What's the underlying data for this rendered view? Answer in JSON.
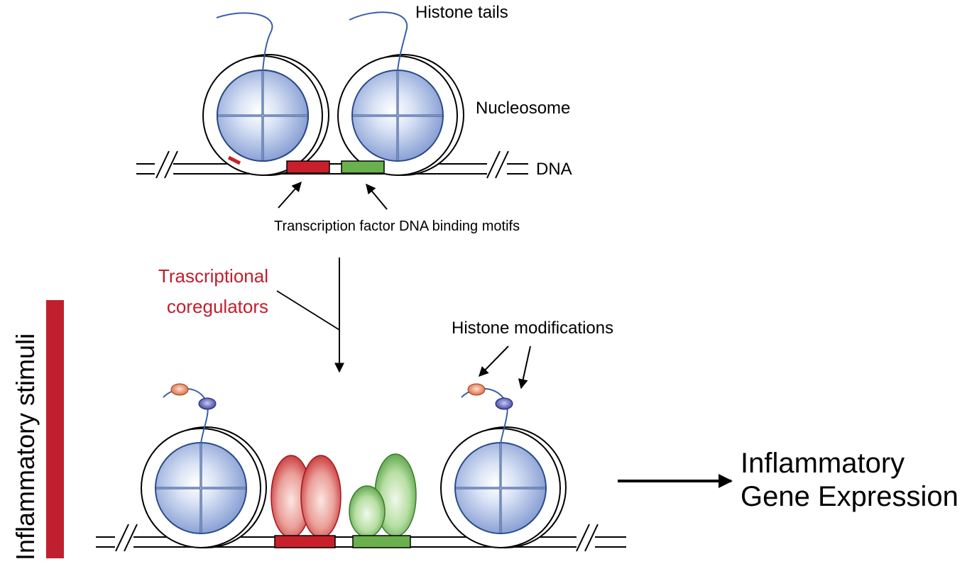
{
  "labels": {
    "histone_tails": "Histone tails",
    "nucleosome": "Nucleosome",
    "dna": "DNA",
    "tf_motifs": "Transcription factor DNA binding motifs",
    "coregulators_line1": "Trascriptional",
    "coregulators_line2": "coregulators",
    "histone_modifications": "Histone modifications",
    "output_line1": "Inflammatory",
    "output_line2": "Gene Expression",
    "stimuli": "Inflammatory stimuli"
  },
  "colors": {
    "red_accent": "#c0202e",
    "motif_red": "#c8202a",
    "motif_green": "#6ab04c",
    "tail_blue": "#3a5fa8",
    "histone_light": "#eef2fb",
    "histone_dark": "#8aa2d6",
    "mod_orange": "#e07a50",
    "mod_purple": "#4a4ea8"
  }
}
